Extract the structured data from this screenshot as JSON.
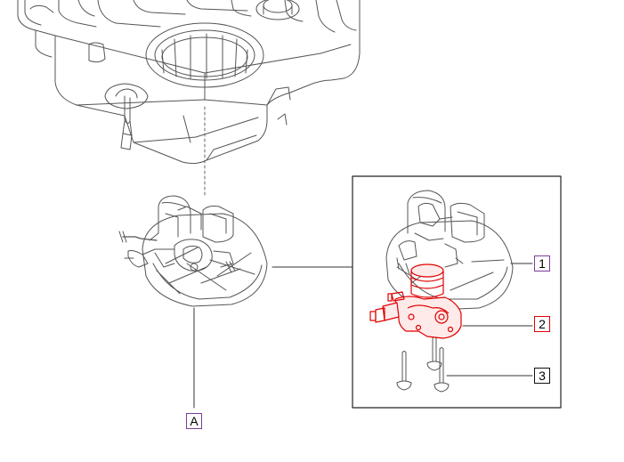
{
  "callouts": {
    "a": "A",
    "one": "1",
    "two": "2",
    "three": "3"
  },
  "colors": {
    "line": "#444444",
    "highlight": "#e00000",
    "callout_purple": "#7a3d9a",
    "callout_red": "#e00000",
    "callout_black": "#111111"
  }
}
